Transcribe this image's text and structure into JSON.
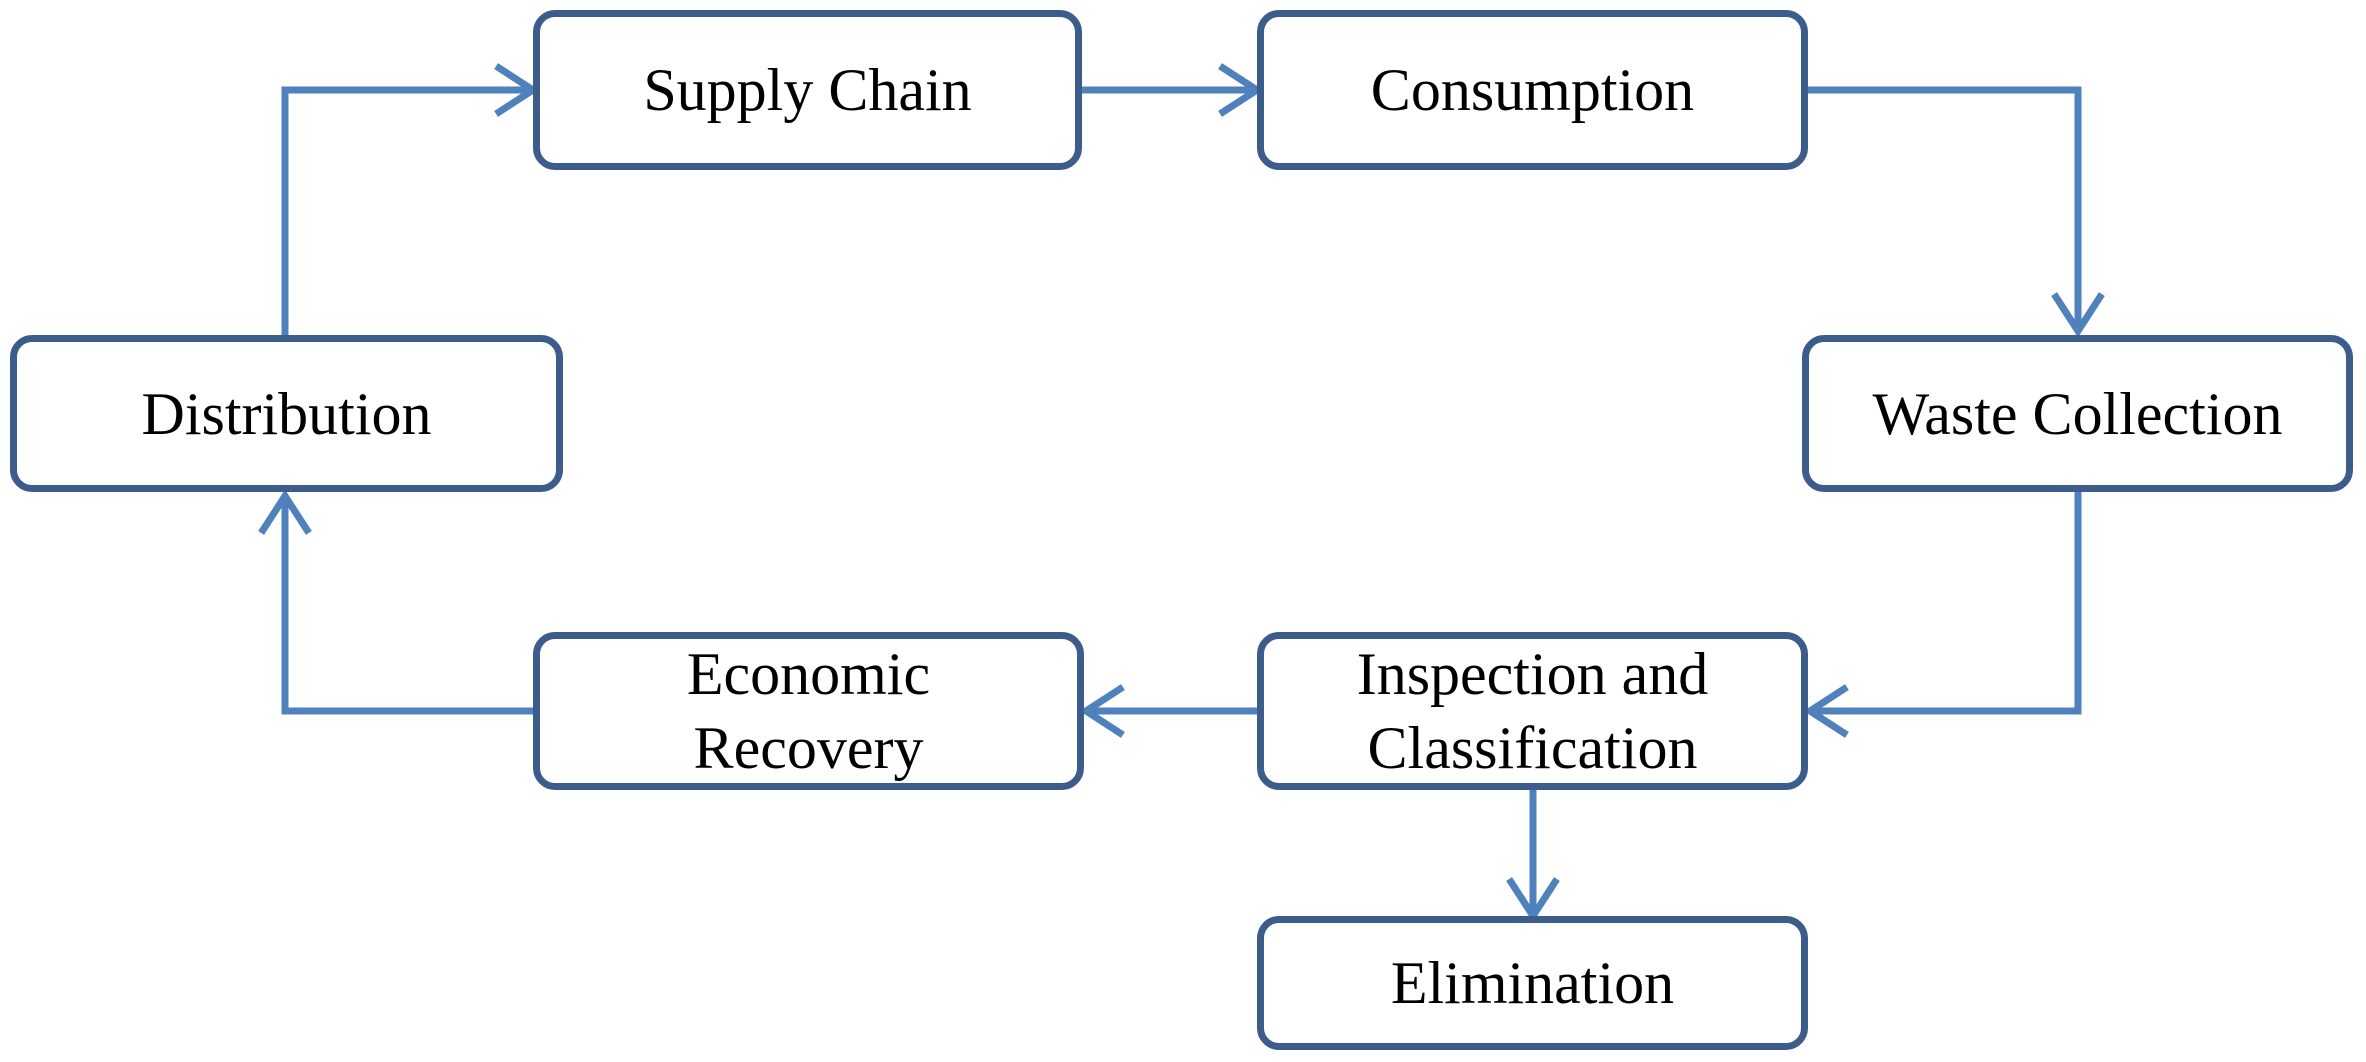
{
  "nodes": {
    "supply_chain": {
      "lines": [
        "Supply Chain"
      ]
    },
    "consumption": {
      "lines": [
        "Consumption"
      ]
    },
    "waste_collection": {
      "lines": [
        "Waste Collection"
      ]
    },
    "inspection_classification": {
      "lines": [
        "Inspection and",
        "Classification"
      ]
    },
    "economic_recovery": {
      "lines": [
        "Economic",
        "Recovery"
      ]
    },
    "distribution": {
      "lines": [
        "Distribution"
      ]
    },
    "elimination": {
      "lines": [
        "Elimination"
      ]
    }
  },
  "edges": [
    {
      "from": "distribution",
      "to": "supply_chain"
    },
    {
      "from": "supply_chain",
      "to": "consumption"
    },
    {
      "from": "consumption",
      "to": "waste_collection"
    },
    {
      "from": "waste_collection",
      "to": "inspection_classification"
    },
    {
      "from": "inspection_classification",
      "to": "economic_recovery"
    },
    {
      "from": "economic_recovery",
      "to": "distribution"
    },
    {
      "from": "inspection_classification",
      "to": "elimination"
    }
  ],
  "colors": {
    "box_border": "#3c5d8c",
    "arrow": "#4f81bd",
    "text": "#000000",
    "background": "#ffffff"
  }
}
